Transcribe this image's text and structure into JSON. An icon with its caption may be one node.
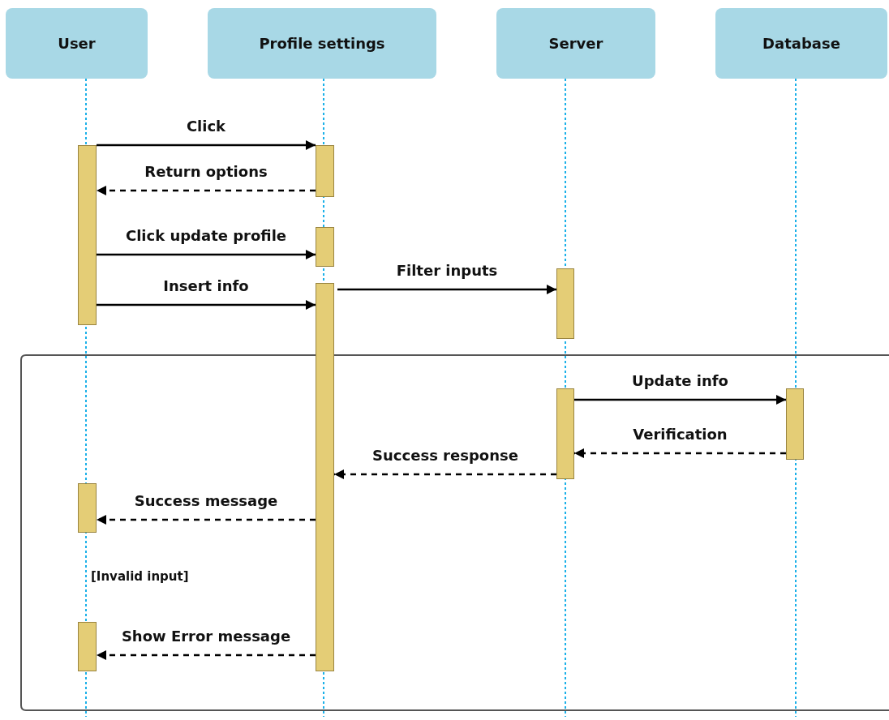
{
  "diagram": {
    "nodes": [
      {
        "text": [
          "User"
        ]
      },
      {
        "text": [
          "Profile settings"
        ]
      },
      {
        "text": [
          "Server"
        ]
      },
      {
        "text": [
          "Database"
        ]
      },
      {
        "text": [],
        "shape": "bar"
      },
      {
        "text": [],
        "shape": "bar"
      },
      {
        "text": [],
        "shape": "bar"
      },
      {
        "text": [],
        "shape": "bar"
      },
      {
        "text": [],
        "shape": "bar"
      },
      {
        "text": [],
        "shape": "bar"
      },
      {
        "text": [],
        "shape": "bar"
      },
      {
        "text": [],
        "shape": "bar"
      },
      {
        "text": [],
        "shape": "bar"
      }
    ],
    "edges": [
      {
        "from": 4,
        "to": 5,
        "arrow": "to",
        "label": "Click"
      },
      {
        "from": 5,
        "to": 4,
        "arrow": "to",
        "label": "Return options",
        "style": "dashed"
      },
      {
        "from": 4,
        "to": 6,
        "arrow": "to",
        "label": "Click update profile"
      },
      {
        "from": 4,
        "to": 7,
        "arrow": "to",
        "label": "Insert info"
      },
      {
        "from": 7,
        "to": 8,
        "arrow": "to",
        "label": "Filter inputs"
      },
      {
        "from": 9,
        "to": 10,
        "arrow": "to",
        "label": "Update info"
      },
      {
        "from": 10,
        "to": 9,
        "arrow": "to",
        "label": "Verification",
        "style": "dashed"
      },
      {
        "from": 9,
        "to": 7,
        "arrow": "to",
        "label": "Success response",
        "style": "dashed"
      },
      {
        "from": 7,
        "to": 11,
        "arrow": "to",
        "label": "Success message",
        "style": "dashed"
      },
      {
        "from": 7,
        "to": 12,
        "arrow": "to",
        "label": "Show Error message",
        "style": "dashed"
      }
    ],
    "labels": [
      "[Invalid input]"
    ]
  }
}
